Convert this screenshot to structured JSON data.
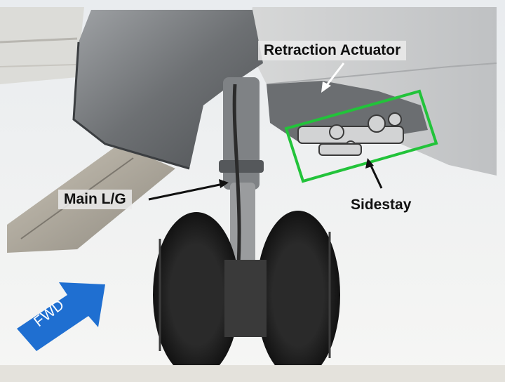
{
  "labels": {
    "retraction_actuator": "Retraction Actuator",
    "main_lg": "Main L/G",
    "sidestay": "Sidestay",
    "fwd": "FWD"
  },
  "colors": {
    "highlight_box": "#22c33a",
    "fwd_arrow": "#1f6fd1",
    "arrow": "#111111",
    "arrow_white": "#ffffff"
  },
  "image_subject": "aircraft-main-landing-gear-photo"
}
